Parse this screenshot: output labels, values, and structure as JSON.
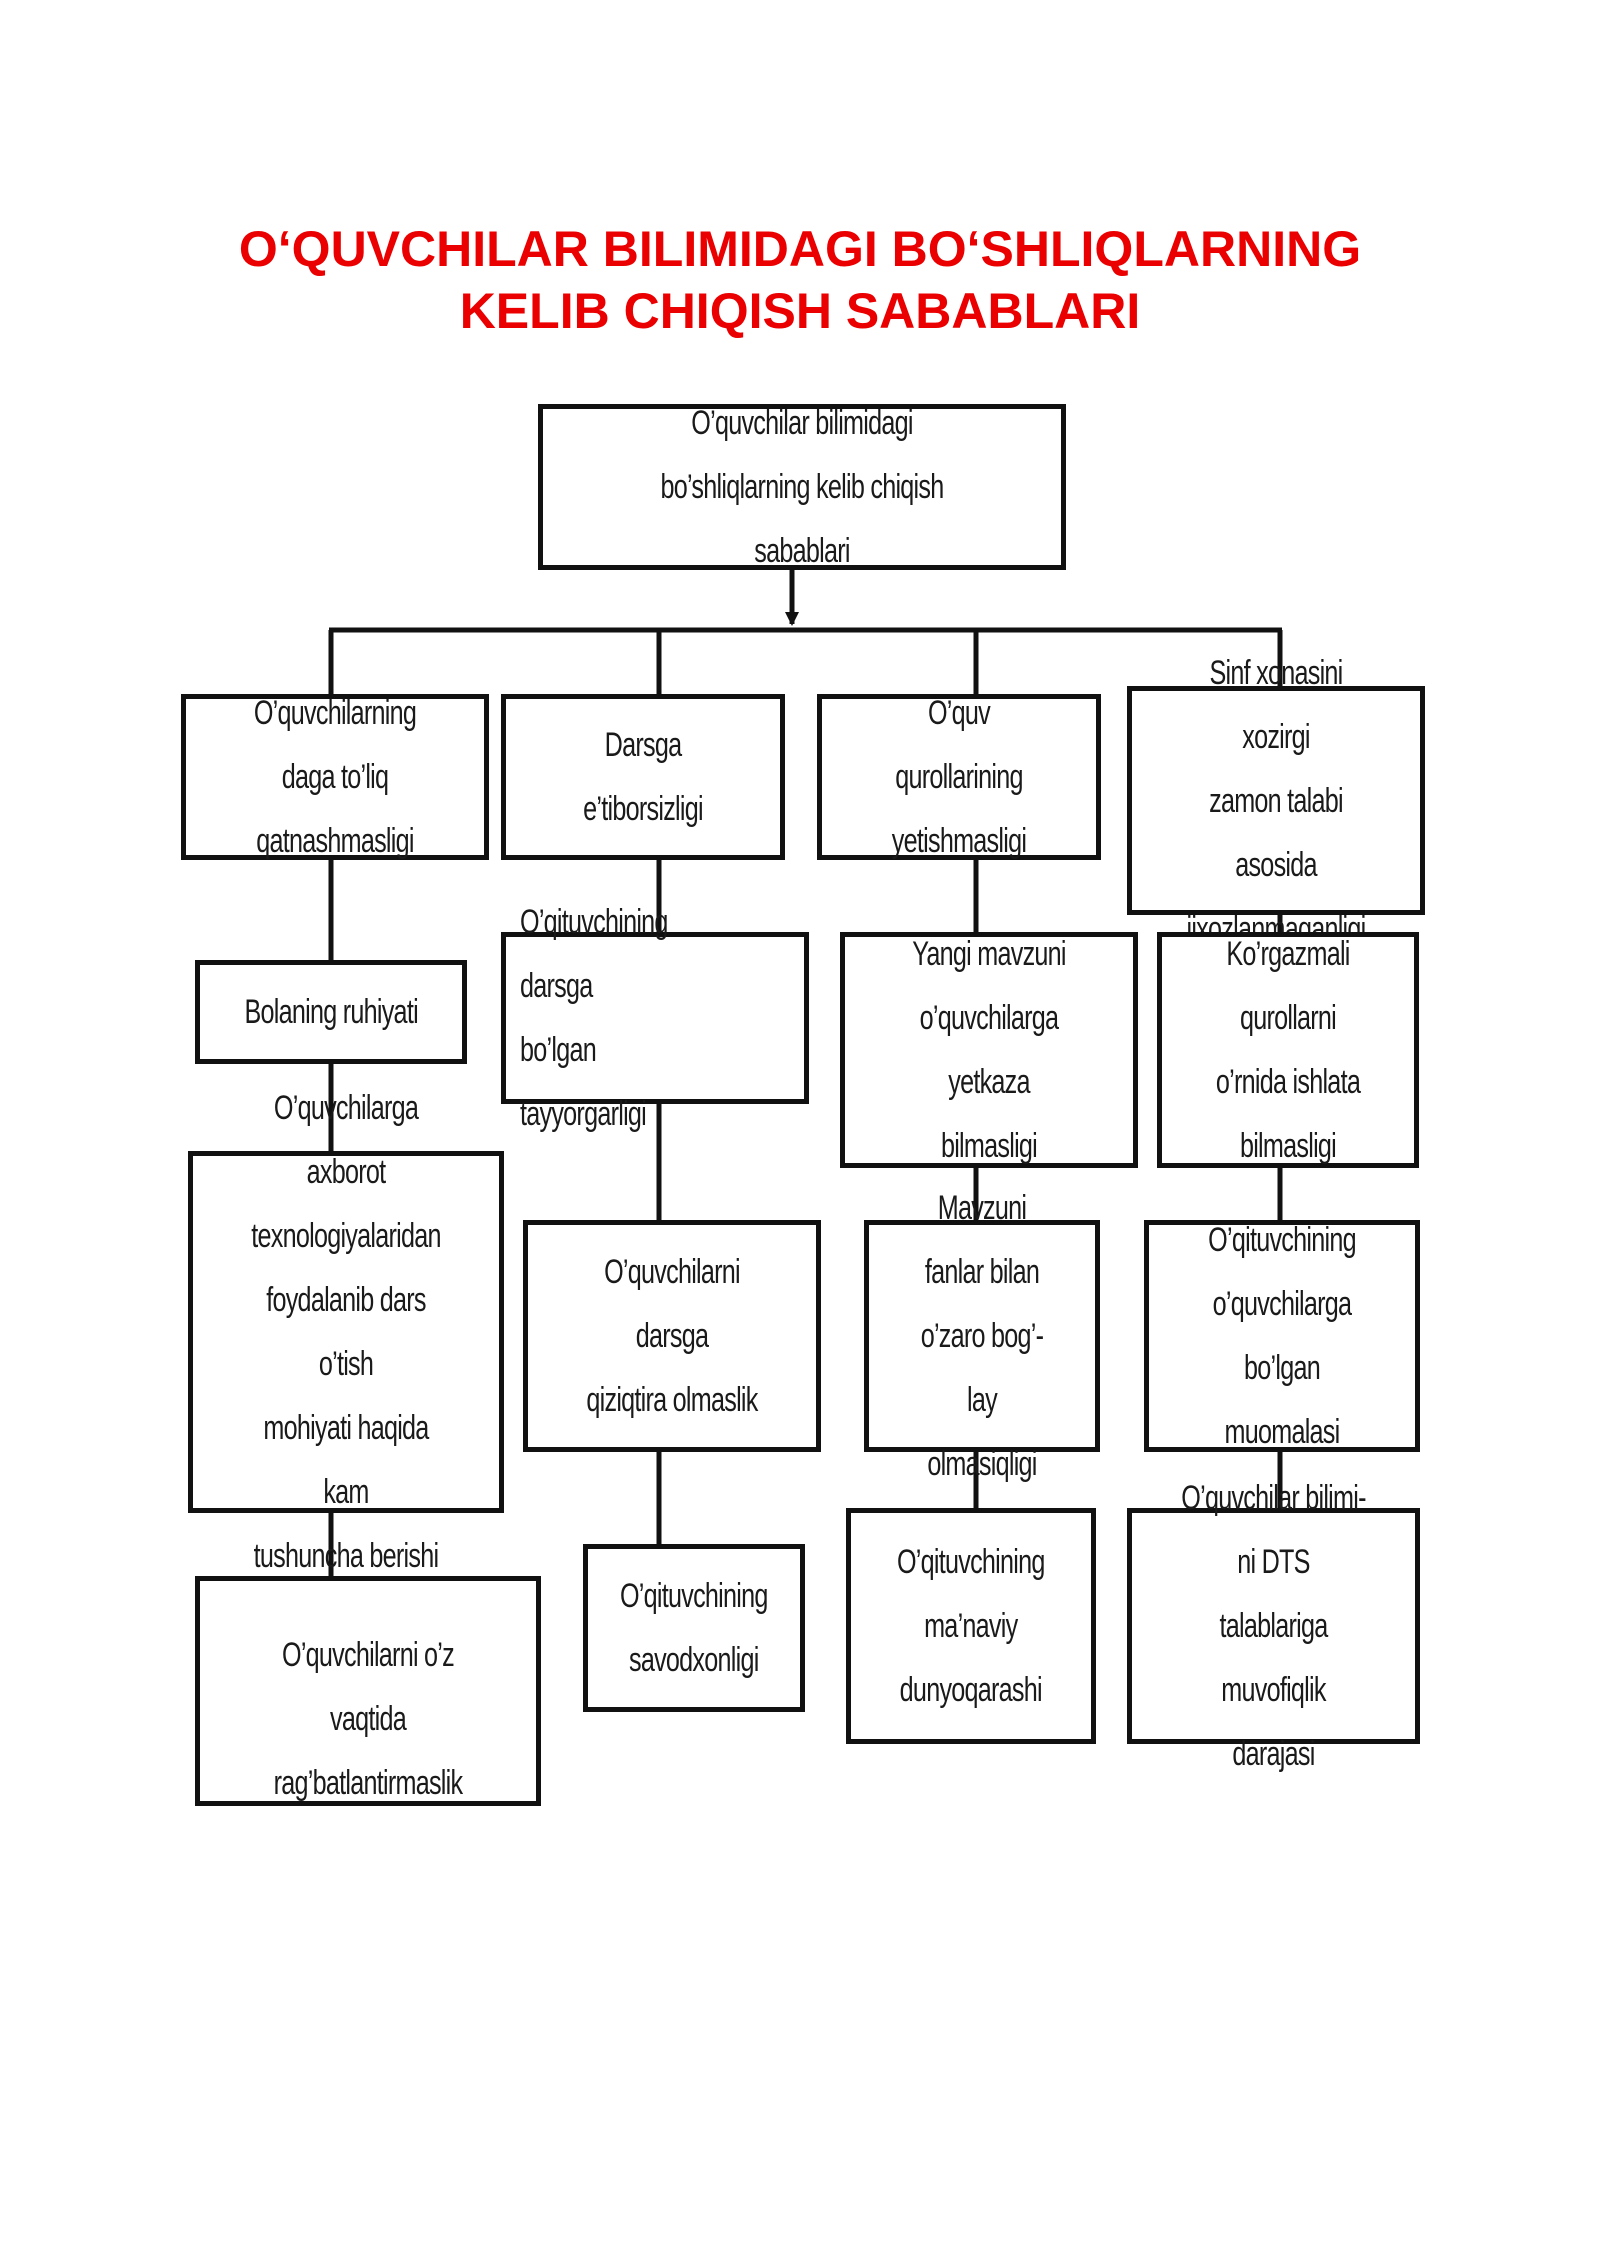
{
  "title": {
    "line1": "O‘QUVCHILAR BILIMIDAGI BO‘SHLIQLARNING",
    "line2": "KELIB CHIQISH SABABLARI"
  },
  "root": {
    "text": "O’quvchilar bilimidagi bo’shliqlarning kelib chiqish\nsabablari"
  },
  "columns": [
    {
      "boxes": [
        "O’quvchilarning daga to’liq\nqatnashmasligi",
        "Bolaning ruhiyati",
        "O’quvchilarga axborot\ntexnologiyalaridan\nfoydalanib dars o’tish\nmohiyati haqida kam\ntushuncha berishi",
        "O’quvchilarni o’z vaqtida\nrag’batlantirmaslik"
      ]
    },
    {
      "boxes": [
        "Darsga e’tiborsizligi",
        "O’qituvchining darsga\nbo’lgan tayyorgarligi",
        "O’quvchilarni darsga\nqiziqtira olmaslik",
        "O’qituvchining\nsavodxonligi"
      ]
    },
    {
      "boxes": [
        "O’quv qurollarining\nyetishmasligi",
        "Yangi mavzuni\no’quvchilarga yetkaza\nbilmasligi",
        "Mavzuni fanlar bilan\no’zaro bog’-lay\nolmasiqligi",
        "O’qituvchining\nma’naviy\ndunyoqarashi"
      ]
    },
    {
      "boxes": [
        "Sinf xonasini xozirgi\nzamon talabi asosida\njixozlanmaganligi",
        "Ko’rgazmali qurollarni\no’rnida ishlata\nbilmasligi",
        "O’qituvchining\no’quvchilarga bo’lgan\nmuomalasi",
        "O’quvchilar bilimi-ni DTS\ntalablariga muvofiqlik\ndarajasi"
      ]
    }
  ]
}
